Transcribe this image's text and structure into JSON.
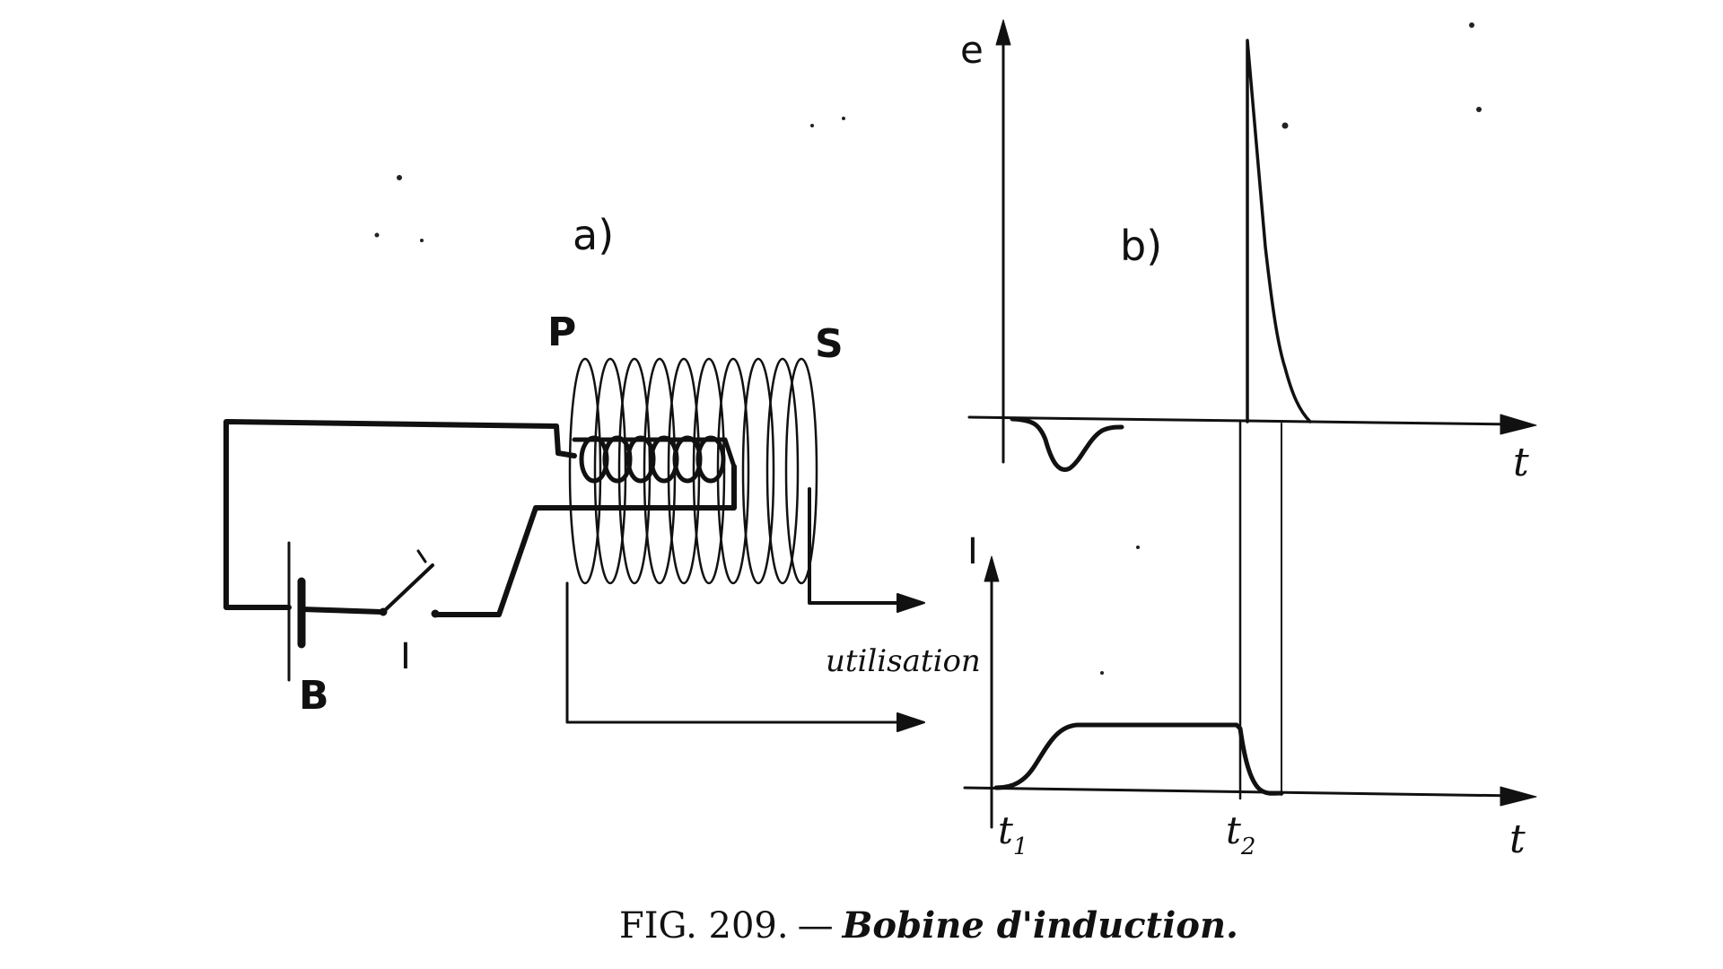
{
  "panel_a": {
    "label": "a)",
    "primary_label": "P",
    "secondary_label": "S",
    "battery_label": "B",
    "switch_label": "I",
    "output_label": "utilisation"
  },
  "panel_b": {
    "label": "b)",
    "top_axis_y_label": "e",
    "top_axis_x_label": "t",
    "bottom_axis_y_label": "I",
    "bottom_axis_x_label": "t",
    "t1_label": "t",
    "t1_sub": "1",
    "t2_label": "t",
    "t2_sub": "2"
  },
  "caption": {
    "number": "FIG. 209.",
    "dash": "—",
    "title": "Bobine d'induction."
  },
  "colors": {
    "ink": "#111111",
    "paper": "#ffffff"
  }
}
